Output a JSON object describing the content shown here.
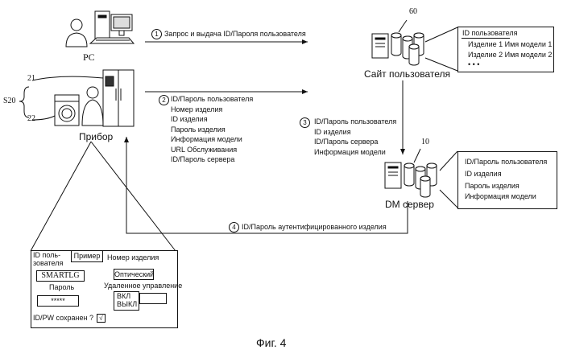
{
  "pc": {
    "label": "PC"
  },
  "appliance": {
    "label": "Прибор",
    "group_label": "S20",
    "ref_fridge": "21",
    "ref_washer": "22"
  },
  "user_site": {
    "ref": "60",
    "label": "Сайт пользователя",
    "panel": {
      "title": "ID пользователя",
      "rows": [
        "Изделие 1 Имя модели 1",
        "Изделие 2 Имя модели 2"
      ],
      "ellipsis": "• • •"
    }
  },
  "dm_server": {
    "ref": "10",
    "label": "DM сервер",
    "panel": {
      "rows": [
        "ID/Пароль пользователя",
        "ID изделия",
        "Пароль изделия",
        "Информация модели"
      ]
    }
  },
  "steps": {
    "s1": {
      "num": "1",
      "text": "Запрос и выдача ID/Пароля пользователя"
    },
    "s2": {
      "num": "2",
      "lines": [
        "ID/Пароль пользователя",
        "Номер изделия",
        "ID изделия",
        "Пароль изделия",
        "Информация модели",
        "URL Обслуживания",
        "ID/Пароль сервера"
      ]
    },
    "s3": {
      "num": "3",
      "lines": [
        "ID/Пароль пользователя",
        "ID изделия",
        "ID/Пароль сервера",
        "Информация модели"
      ]
    },
    "s4": {
      "num": "4",
      "text": "ID/Пароль аутентифицированного изделия"
    }
  },
  "form": {
    "id_label": "ID поль-\nзователя",
    "example_label": "Пример",
    "product_number_label": "Номер изделия",
    "id_value": "SMARTLG",
    "product_number_value": "Оптический",
    "password_label": "Пароль",
    "password_value": "*****",
    "remote_label": "Удаленное управление",
    "remote_on": "ВКЛ",
    "remote_off": "ВЫКЛ",
    "saved_label": "ID/PW сохранен ?",
    "saved_check": "√"
  },
  "figure_caption": "Фиг. 4"
}
